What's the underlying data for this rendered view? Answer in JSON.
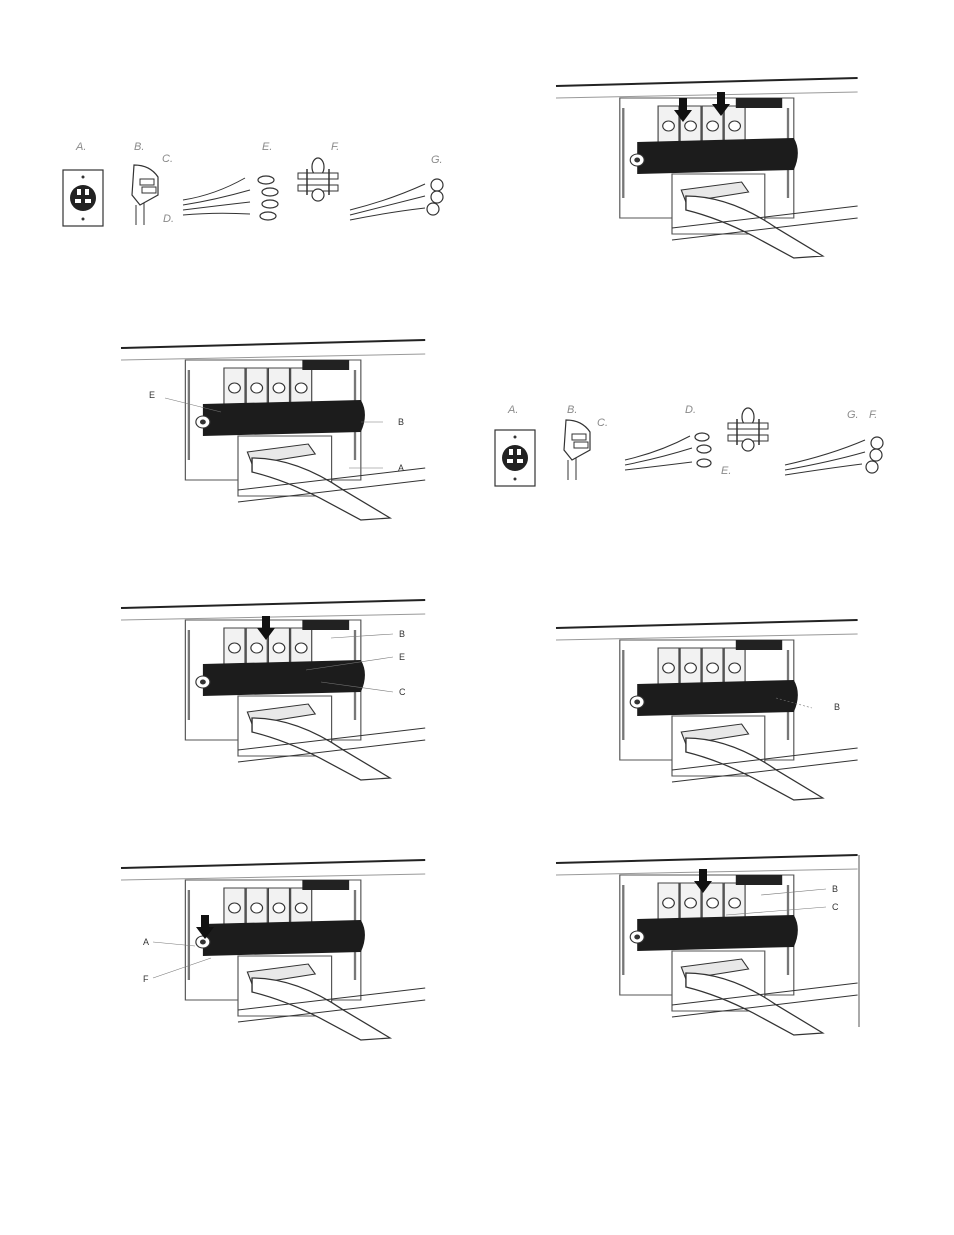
{
  "figures": {
    "parts_4wire": {
      "labels": [
        "A.",
        "B.",
        "C.",
        "D.",
        "E.",
        "F.",
        "G."
      ]
    },
    "step_top_right": {
      "labels": []
    },
    "step_mid_left": {
      "labels": [
        "E",
        "B",
        "A"
      ]
    },
    "parts_3wire": {
      "labels": [
        "A.",
        "B.",
        "C.",
        "D.",
        "E.",
        "G.",
        "F."
      ]
    },
    "step_left_3": {
      "labels": [
        "B",
        "E",
        "C"
      ]
    },
    "step_right_3": {
      "labels": [
        "B"
      ]
    },
    "step_left_4": {
      "labels": [
        "A",
        "F"
      ]
    },
    "step_right_4": {
      "labels": [
        "B",
        "C"
      ]
    }
  }
}
